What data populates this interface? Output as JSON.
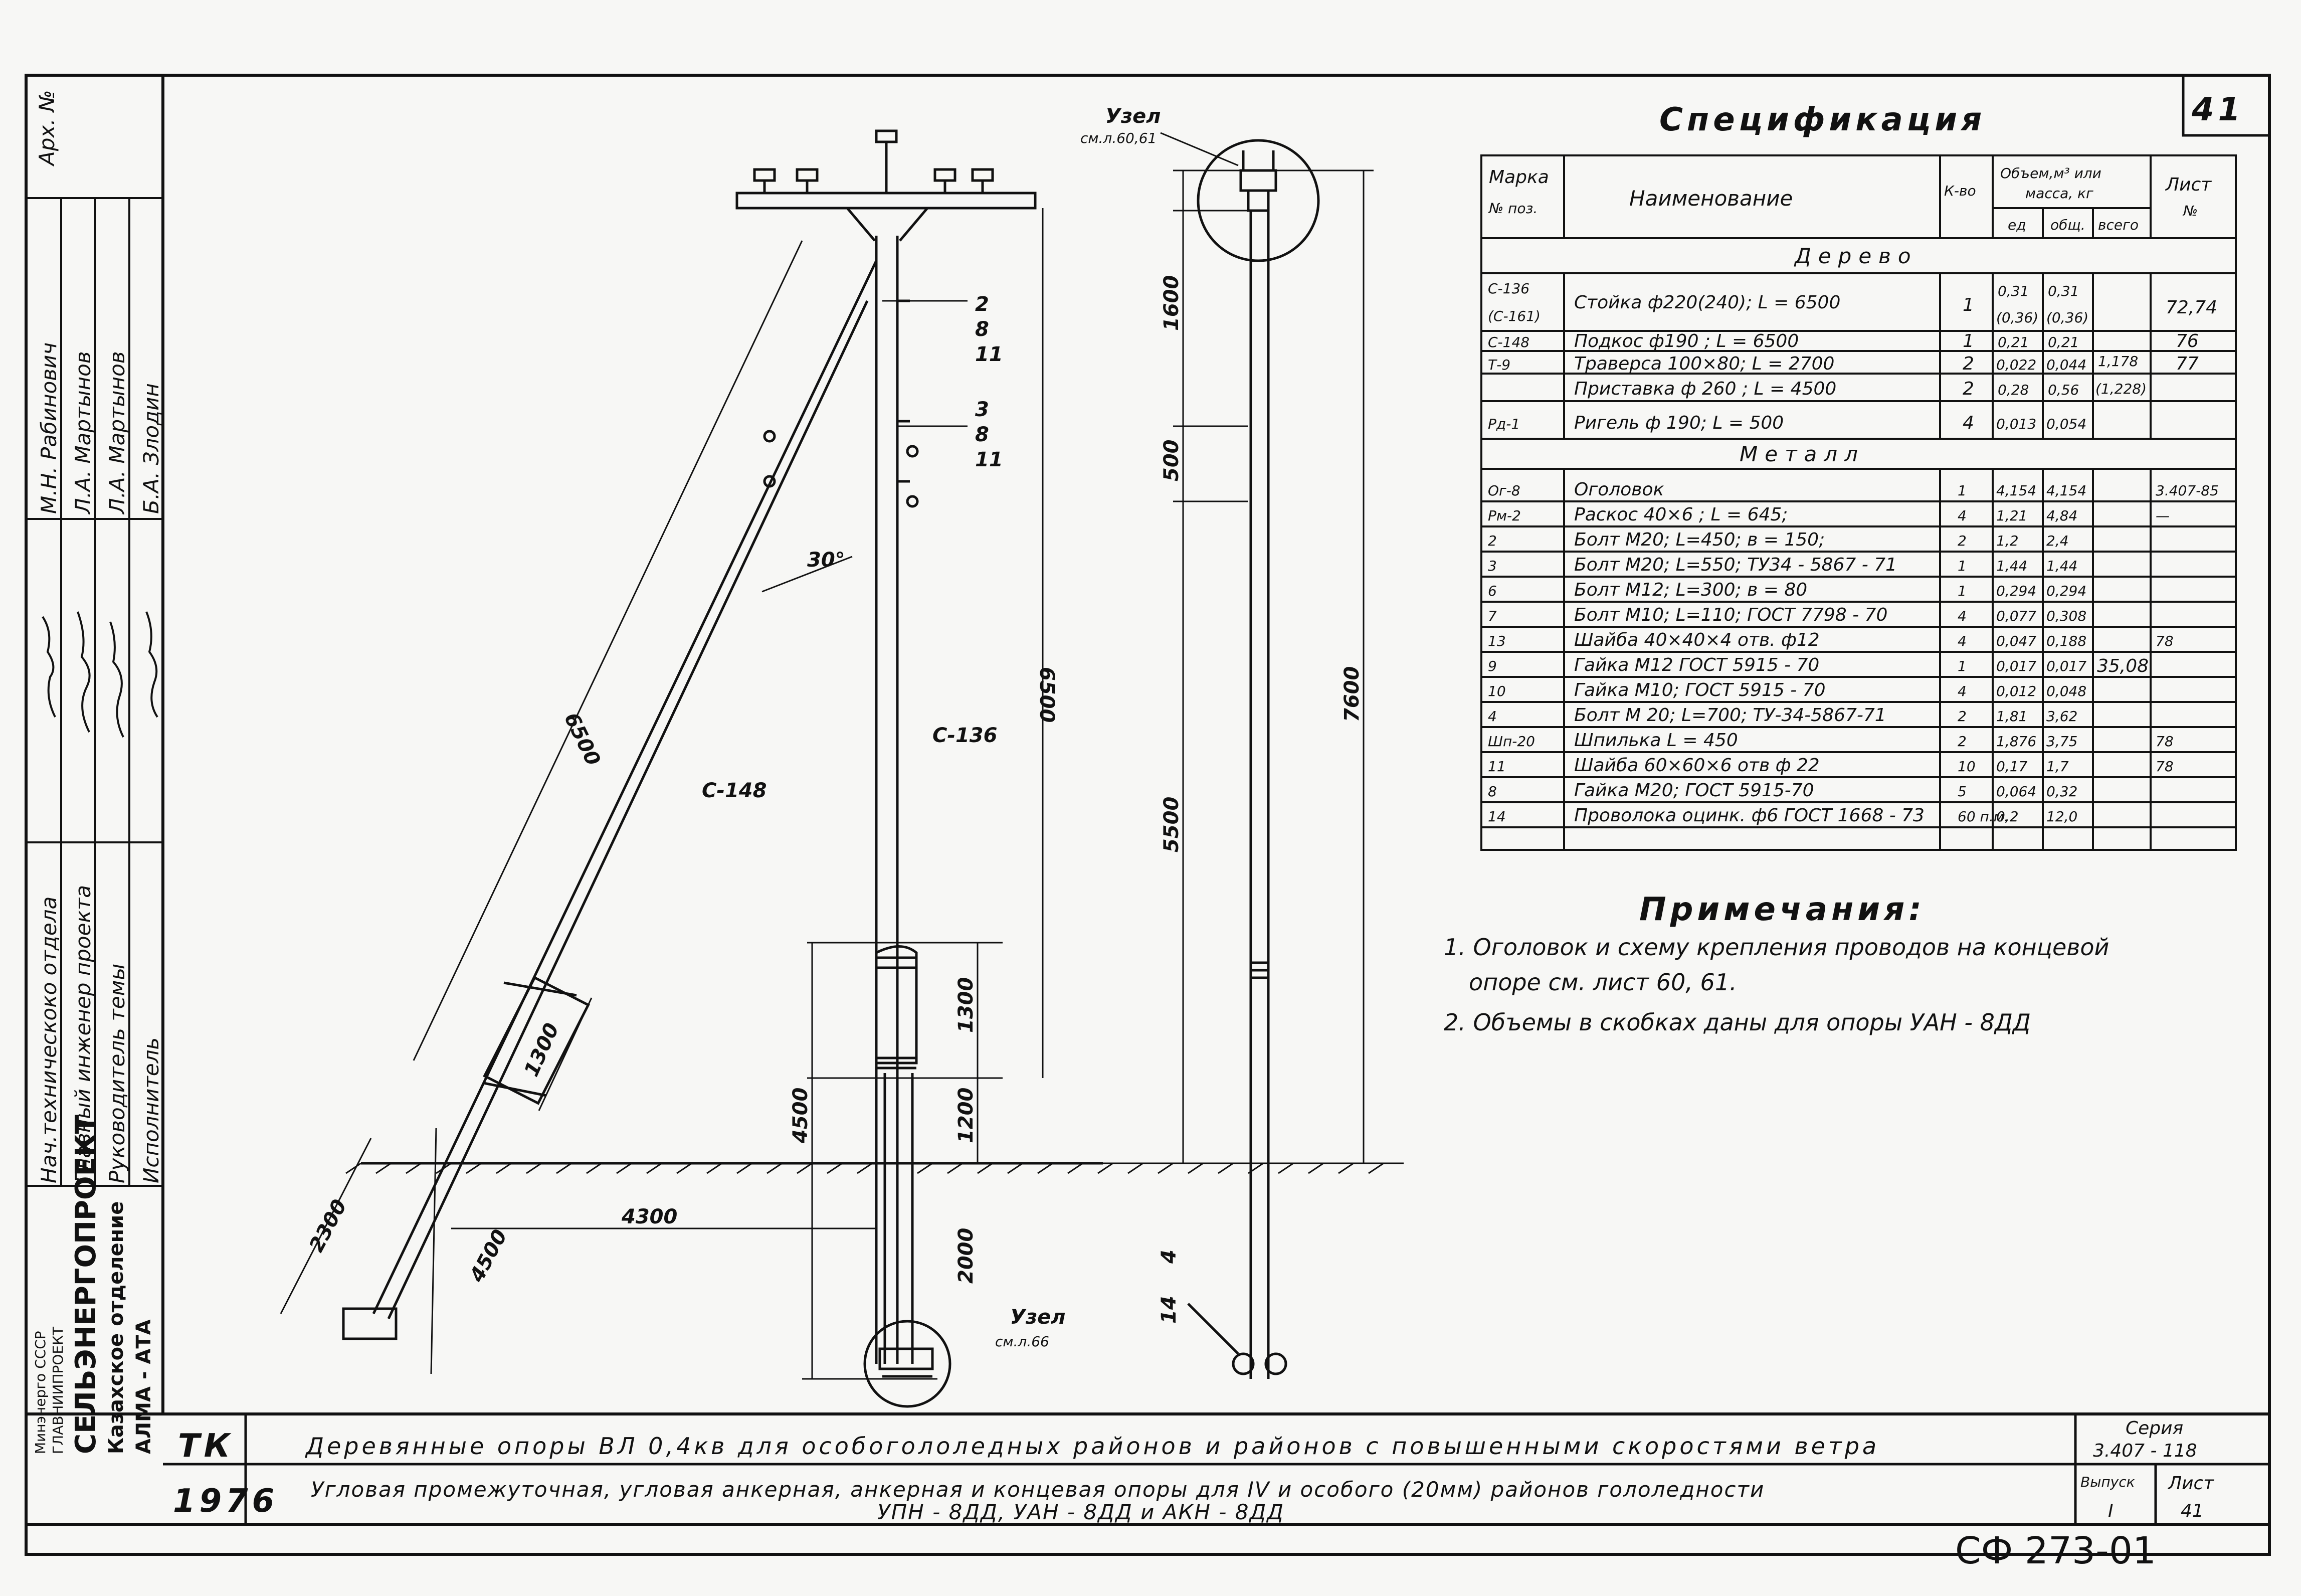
{
  "sheet_no": "41",
  "archive_label": "Арх. №",
  "signatures": {
    "names": [
      "М.Н. Рабинович",
      "Л.А. Мартынов",
      "Л.А. Мартынов",
      "Б.А. Злодин"
    ],
    "roles": [
      "Нач.техническоко отдела",
      "Главный инженер проекта",
      "Руководитель темы",
      "Исполнитель"
    ]
  },
  "organization": {
    "ministry": "Минэнерго СССР",
    "institute": "ГЛАВНИИПРОЕКТ",
    "name": "СЕЛЬЭНЕРГОПРОЕКТ",
    "branch": "Казахское отделение",
    "city": "АЛМА - АТА"
  },
  "drawing": {
    "node_top": "Узел",
    "node_top_ref": "см.л.60,61",
    "node_bottom": "Узел",
    "node_bottom_ref": "см.л.66",
    "pos_labels": [
      "2",
      "8",
      "11",
      "3",
      "8",
      "11"
    ],
    "pos_4": "4",
    "pos_14": "14",
    "angle": "30°",
    "part_brace": "С-148",
    "part_post": "С-136",
    "dims": {
      "d6500_brace": "6500",
      "d6500_post": "6500",
      "d1300_brace": "1300",
      "d2300": "2300",
      "d4500_brace": "4500",
      "d4300": "4300",
      "d1300_post": "1300",
      "d1200": "1200",
      "d4500_post": "4500",
      "d2000": "2000",
      "d1600": "1600",
      "d500": "500",
      "d5500": "5500",
      "d7600": "7600"
    }
  },
  "spec": {
    "title": "Спецификация",
    "head_mark": "Марка",
    "head_mark2": "№ поз.",
    "head_name": "Наименование",
    "head_qty": "К-во",
    "head_volume": "Объем,м³ или",
    "head_volume2": "масса, кг",
    "head_unit": "ед",
    "head_total": "общ.",
    "head_all": "всего",
    "head_sheet": "Лист",
    "head_sheet2": "№",
    "section_wood": "Дерево",
    "section_metal": "Металл",
    "wood_rows": [
      {
        "mark": "С-136",
        "mark2": "(С-161)",
        "name": "Стойка ф220(240); L = 6500",
        "qty": "1",
        "unit": "0,31",
        "unit2": "(0,36)",
        "total": "0,31",
        "total2": "(0,36)",
        "sheet": "72,74"
      },
      {
        "mark": "С-148",
        "mark2": "",
        "name": "Подкос  ф190    ; L = 6500",
        "qty": "1",
        "unit": "0,21",
        "unit2": "",
        "total": "0,21",
        "total2": "",
        "sheet": "76"
      },
      {
        "mark": "Т-9",
        "mark2": "",
        "name": "Траверса  100×80; L = 2700",
        "qty": "2",
        "unit": "0,022",
        "unit2": "",
        "total": "0,044",
        "total2": "",
        "sheet": "77"
      },
      {
        "mark": "",
        "mark2": "",
        "name": "Приставка  ф 260  ; L = 4500",
        "qty": "2",
        "unit": "0,28",
        "unit2": "",
        "total": "0,56",
        "total2": "",
        "sheet": ""
      },
      {
        "mark": "Рд-1",
        "mark2": "",
        "name": "Ригель  ф 190;   L = 500",
        "qty": "4",
        "unit": "0,013",
        "unit2": "",
        "total": "0,054",
        "total2": "",
        "sheet": ""
      }
    ],
    "wood_all": "1,178",
    "wood_all2": "(1,228)",
    "metal_rows": [
      {
        "mark": "Ог-8",
        "name": "Оголовок",
        "qty": "1",
        "unit": "4,154",
        "total": "4,154",
        "sheet": "3.407-85"
      },
      {
        "mark": "Рм-2",
        "name": "Раскос  40×6 ;   L = 645;",
        "qty": "4",
        "unit": "1,21",
        "total": "4,84",
        "sheet": "—"
      },
      {
        "mark": "2",
        "name": "Болт М20; L=450; в = 150;",
        "qty": "2",
        "unit": "1,2",
        "total": "2,4",
        "sheet": ""
      },
      {
        "mark": "3",
        "name": "Болт М20; L=550; ТУ34 - 5867 - 71",
        "qty": "1",
        "unit": "1,44",
        "total": "1,44",
        "sheet": ""
      },
      {
        "mark": "6",
        "name": "Болт М12; L=300; в = 80",
        "qty": "1",
        "unit": "0,294",
        "total": "0,294",
        "sheet": ""
      },
      {
        "mark": "7",
        "name": "Болт М10; L=110; ГОСТ 7798 - 70",
        "qty": "4",
        "unit": "0,077",
        "total": "0,308",
        "sheet": ""
      },
      {
        "mark": "13",
        "name": "Шайба 40×40×4  отв. ф12",
        "qty": "4",
        "unit": "0,047",
        "total": "0,188",
        "sheet": "78"
      },
      {
        "mark": "9",
        "name": "Гайка  М12  ГОСТ 5915 - 70",
        "qty": "1",
        "unit": "0,017",
        "total": "0,017",
        "sheet": ""
      },
      {
        "mark": "10",
        "name": "Гайка  М10;  ГОСТ 5915 - 70",
        "qty": "4",
        "unit": "0,012",
        "total": "0,048",
        "sheet": ""
      },
      {
        "mark": "4",
        "name": "Болт М 20;  L=700; ТУ-34-5867-71",
        "qty": "2",
        "unit": "1,81",
        "total": "3,62",
        "sheet": ""
      },
      {
        "mark": "Шп-20",
        "name": "Шпилька   L = 450",
        "qty": "2",
        "unit": "1,876",
        "total": "3,75",
        "sheet": "78"
      },
      {
        "mark": "11",
        "name": "Шайба 60×60×6  отв ф 22",
        "qty": "10",
        "unit": "0,17",
        "total": "1,7",
        "sheet": "78"
      },
      {
        "mark": "8",
        "name": "Гайка  М20;  ГОСТ 5915-70",
        "qty": "5",
        "unit": "0,064",
        "total": "0,32",
        "sheet": ""
      },
      {
        "mark": "14",
        "name": "Проволока оцинк. ф6 ГОСТ 1668 - 73",
        "qty": "60 п.м.",
        "unit": "0,2",
        "total": "12,0",
        "sheet": ""
      }
    ],
    "metal_all": "35,08"
  },
  "notes": {
    "title": "Примечания:",
    "items": [
      "1. Оголовок и схему крепления проводов на концевой",
      "опоре см. лист 60, 61.",
      "2. Объемы в скобках даны для опоры УАН - 8ДД"
    ]
  },
  "title_block": {
    "code": "ТК",
    "year": "1976",
    "line1": "Деревянные опоры ВЛ 0,4кв для особогололедных районов и районов с повышенными скоростями ветра",
    "line2": "Угловая промежуточная, угловая анкерная, анкерная и концевая опоры для  IV и особого (20мм) районов гололедности",
    "line3": "УПН - 8ДД, УАН - 8ДД и АКН - 8ДД",
    "series_label": "Серия",
    "series_value": "3.407 - 118",
    "issue_label": "Выпуск",
    "issue_value": "I",
    "sheet_label": "Лист",
    "sheet_value": "41"
  },
  "stamp": "СФ 273-01"
}
